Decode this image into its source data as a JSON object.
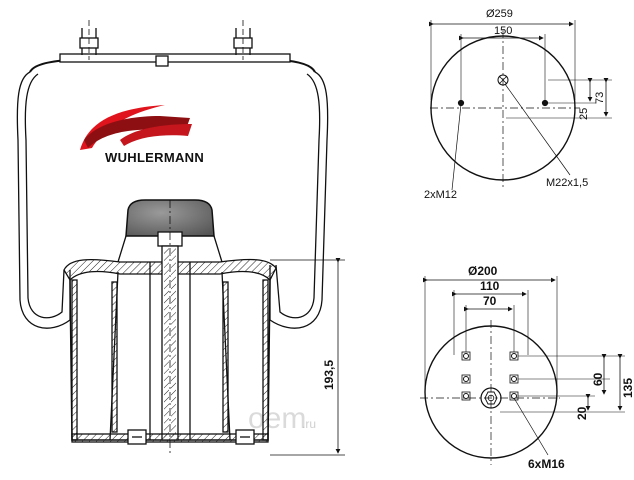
{
  "brand": {
    "name": "WUHLERMANN",
    "colors": {
      "swoosh_red": "#e0141c",
      "swoosh_dark": "#8e0f12"
    }
  },
  "watermark": {
    "text": "oem",
    "suffix": ".ru"
  },
  "side_view": {
    "height_label": "193,5"
  },
  "top_view": {
    "outer_diameter": "Ø259",
    "bolt_spacing": "150",
    "offset_small": "25",
    "offset_large": "73",
    "stud_callout": "2xM12",
    "port_callout": "M22x1,5"
  },
  "bottom_view": {
    "outer_diameter": "Ø200",
    "spacing_large": "110",
    "spacing_small": "70",
    "vertical_large": "135",
    "vertical_mid": "60",
    "vertical_small": "20",
    "hole_callout": "6xM16"
  }
}
